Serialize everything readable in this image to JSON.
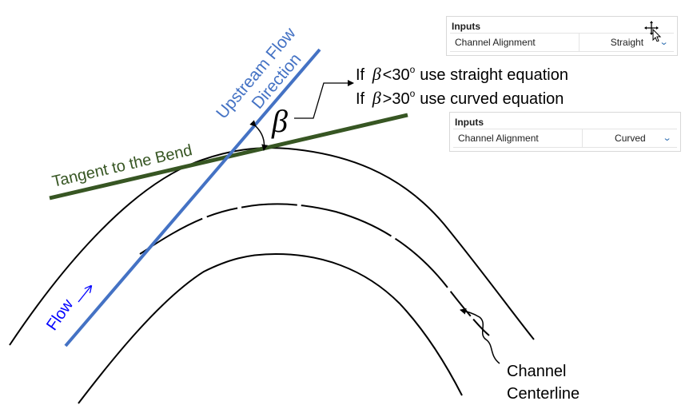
{
  "diagram": {
    "upstream_flow_label_line1": "Upstream Flow",
    "upstream_flow_label_line2": "Direction",
    "tangent_label": "Tangent to the Bend",
    "flow_label": "Flow",
    "beta_symbol": "β",
    "rule_line1": {
      "prefix": "If",
      "symbol": "β",
      "comparison": "<30",
      "degree": "o",
      "suffix": "use straight equation"
    },
    "rule_line2": {
      "prefix": "If",
      "symbol": "β",
      "comparison": ">30",
      "degree": "o",
      "suffix": "use curved equation"
    },
    "centerline_label_line1": "Channel",
    "centerline_label_line2": "Centerline"
  },
  "panel_straight": {
    "title": "Inputs",
    "row_label": "Channel Alignment",
    "row_value": "Straight"
  },
  "panel_curved": {
    "title": "Inputs",
    "row_label": "Channel Alignment",
    "row_value": "Curved"
  },
  "colors": {
    "flow_line": "#4472c4",
    "flow_text": "#0000ff",
    "tangent_line": "#375623",
    "channel_line": "#000000",
    "accent": "#2b6cb0"
  },
  "icons": [
    "move-cursor-icon",
    "chevron-down-icon",
    "flow-arrow-icon"
  ]
}
